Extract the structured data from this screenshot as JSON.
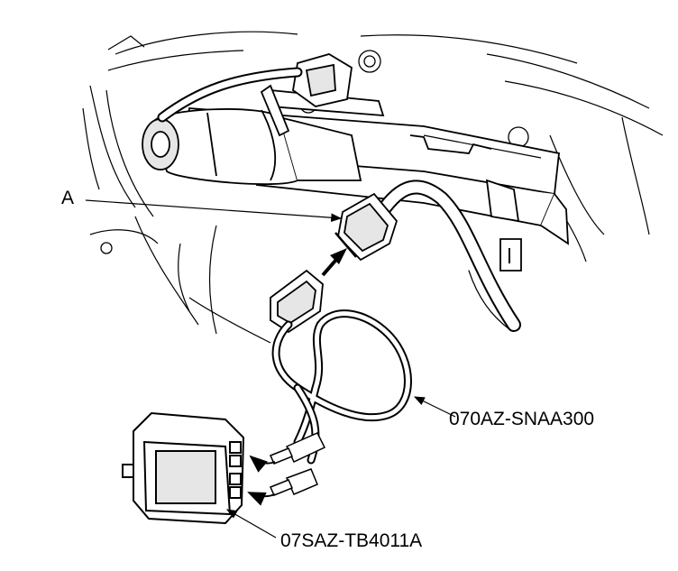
{
  "callouts": {
    "connector_a": "A",
    "test_harness": "070AZ-SNAA300",
    "test_box": "07SAZ-TB4011A"
  },
  "colors": {
    "ink": "#000000",
    "paper": "#ffffff",
    "shade": "#e6e6e6"
  }
}
